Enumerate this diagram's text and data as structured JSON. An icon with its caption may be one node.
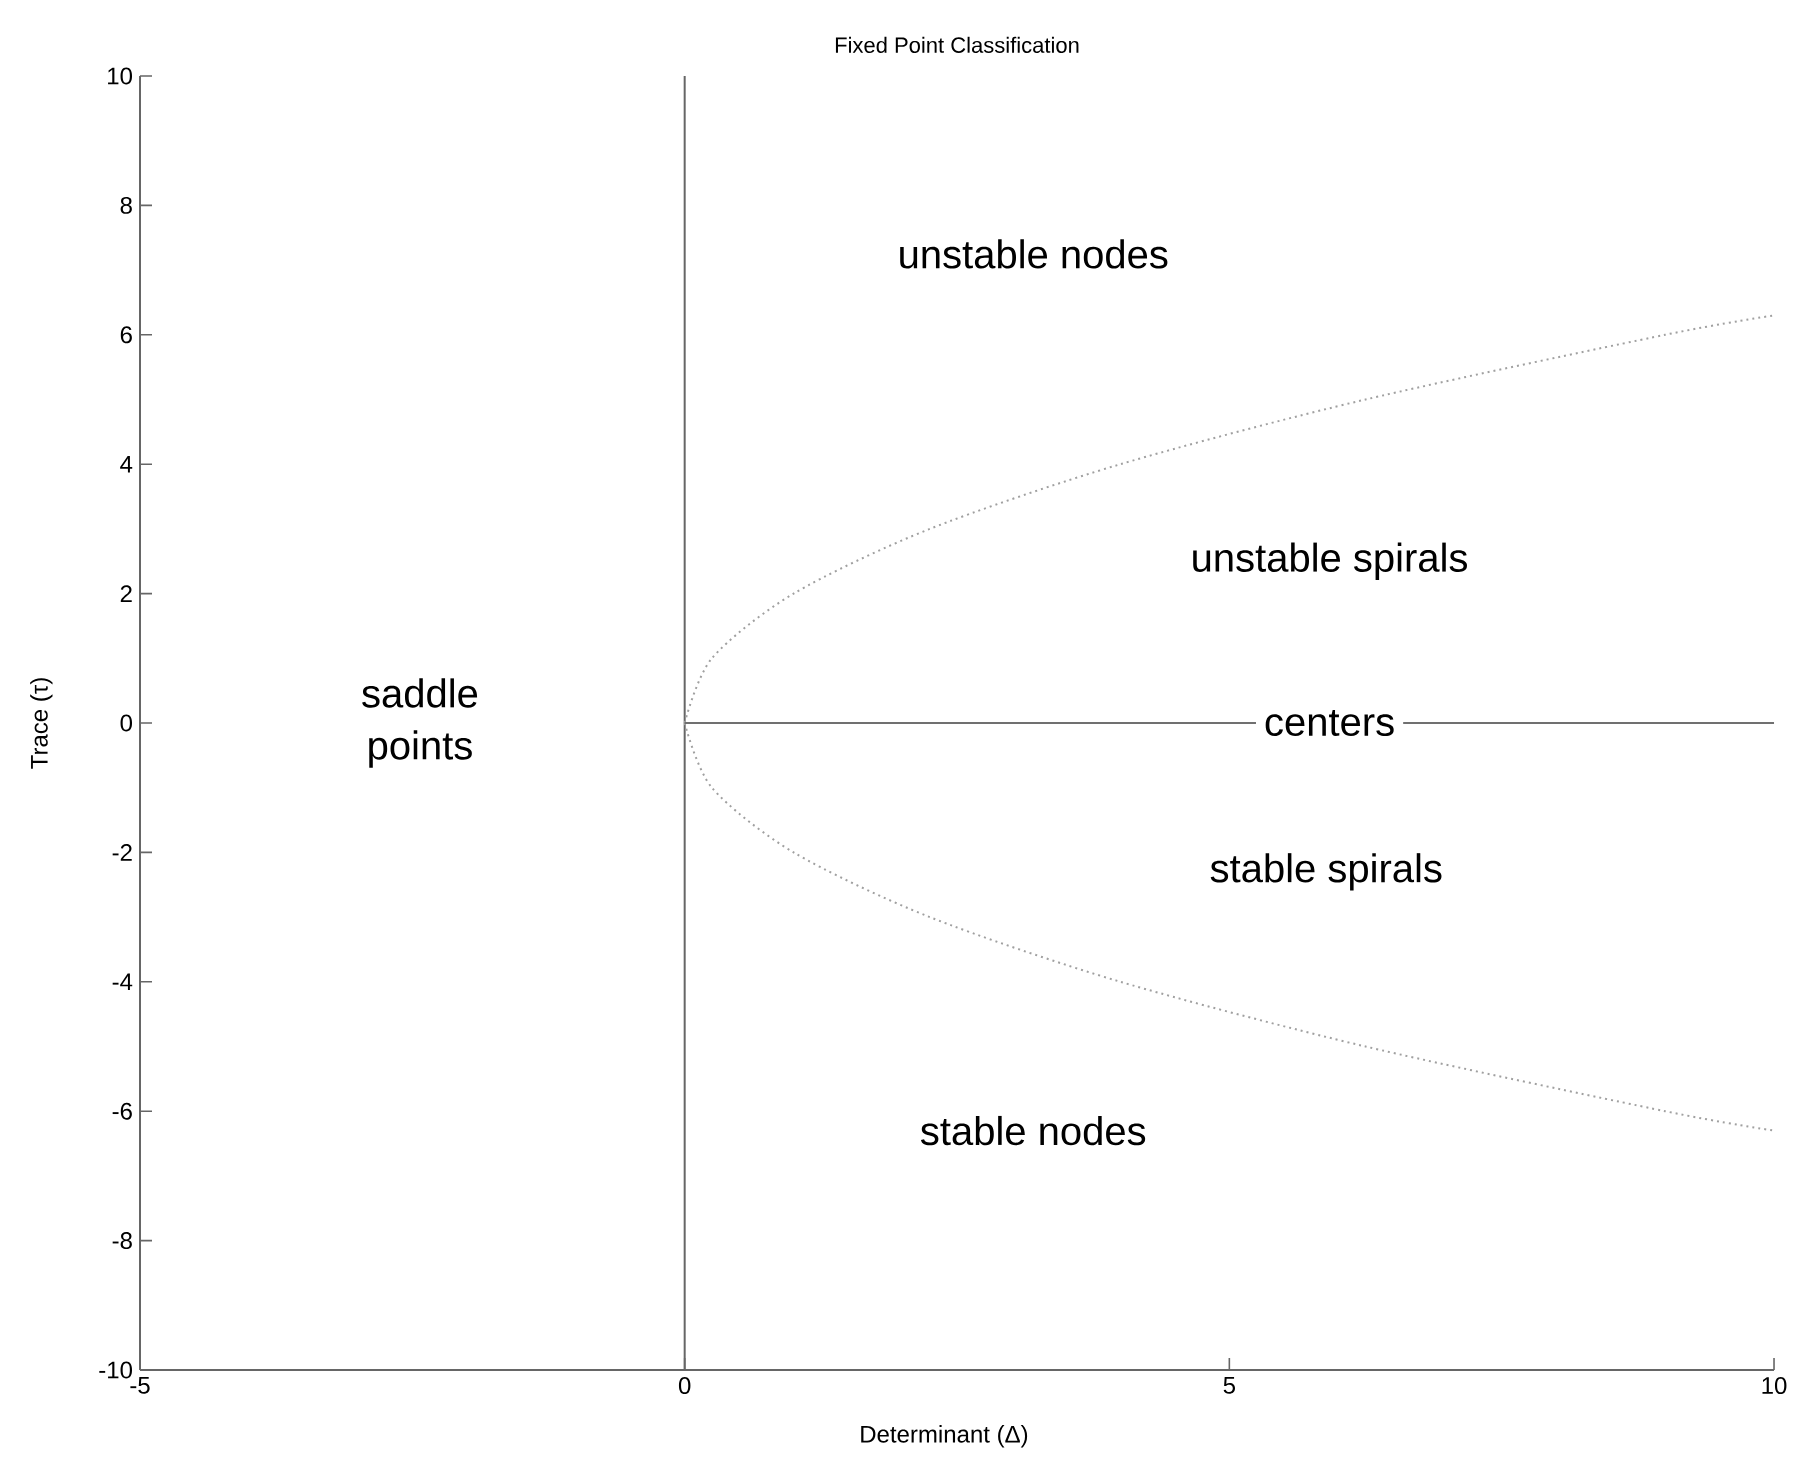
{
  "diagram": {
    "chart_data": {
      "type": "line",
      "title": "Fixed Point Classification",
      "xlabel": "Determinant (Δ)",
      "ylabel": "Trace (τ)",
      "xlim": [
        -5,
        10
      ],
      "ylim": [
        -10,
        10
      ],
      "xticks": [
        -5,
        0,
        5,
        10
      ],
      "yticks": [
        -10,
        -8,
        -6,
        -4,
        -2,
        0,
        2,
        4,
        6,
        8,
        10
      ],
      "x": [
        0,
        0.25,
        1,
        2.25,
        4,
        6.25,
        9,
        10
      ],
      "series": [
        {
          "color": "#a0a0a0",
          "line_style": "dotted",
          "values": [
            0,
            1,
            2,
            3,
            4,
            5,
            6,
            6.3
          ]
        },
        {
          "color": "#a0a0a0",
          "line_style": "dotted",
          "values": [
            0,
            -1,
            -2,
            -3,
            -4,
            -5,
            -6,
            -6.3
          ]
        },
        {
          "color": "#707070",
          "values": [
            0,
            0,
            0,
            0,
            0,
            0,
            0,
            0
          ]
        }
      ],
      "annotations": [
        "unstable nodes",
        "unstable spirals",
        "saddle points",
        "centers",
        "stable spirals",
        "stable nodes"
      ]
    }
  }
}
